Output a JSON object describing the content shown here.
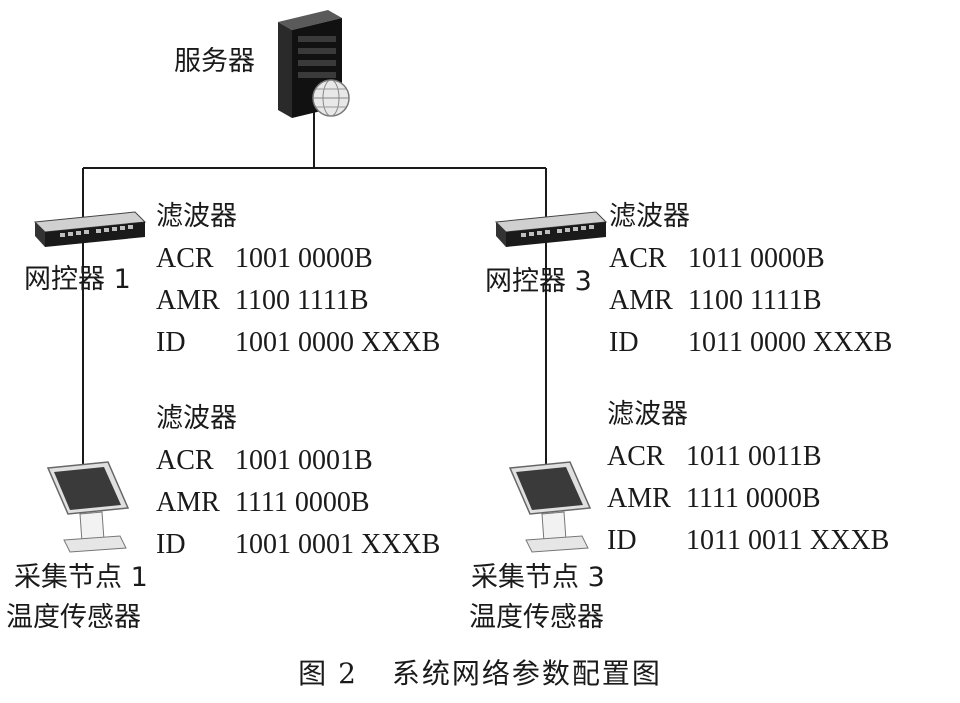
{
  "server": {
    "label": "服务器"
  },
  "controllers": [
    {
      "label": "网控器 1"
    },
    {
      "label": "网控器 3"
    }
  ],
  "nodes": [
    {
      "label": "采集节点 1",
      "sensor": "温度传感器"
    },
    {
      "label": "采集节点 3",
      "sensor": "温度传感器"
    }
  ],
  "filters": [
    {
      "title": "滤波器",
      "rows": [
        {
          "key": "ACR",
          "value": "1001 0000B"
        },
        {
          "key": "AMR",
          "value": "1100 1111B"
        },
        {
          "key": "ID",
          "value": "1001 0000 XXXB"
        }
      ]
    },
    {
      "title": "滤波器",
      "rows": [
        {
          "key": "ACR",
          "value": "1011 0000B"
        },
        {
          "key": "AMR",
          "value": "1100 1111B"
        },
        {
          "key": "ID",
          "value": "1011 0000 XXXB"
        }
      ]
    },
    {
      "title": "滤波器",
      "rows": [
        {
          "key": "ACR",
          "value": "1001 0001B"
        },
        {
          "key": "AMR",
          "value": "1111 0000B"
        },
        {
          "key": "ID",
          "value": "1001 0001 XXXB"
        }
      ]
    },
    {
      "title": "滤波器",
      "rows": [
        {
          "key": "ACR",
          "value": "1011 0011B"
        },
        {
          "key": "AMR",
          "value": "1111 0000B"
        },
        {
          "key": "ID",
          "value": "1011 0011 XXXB"
        }
      ]
    }
  ],
  "caption": {
    "figure": "图",
    "number": "2",
    "title": "系统网络参数配置图"
  }
}
